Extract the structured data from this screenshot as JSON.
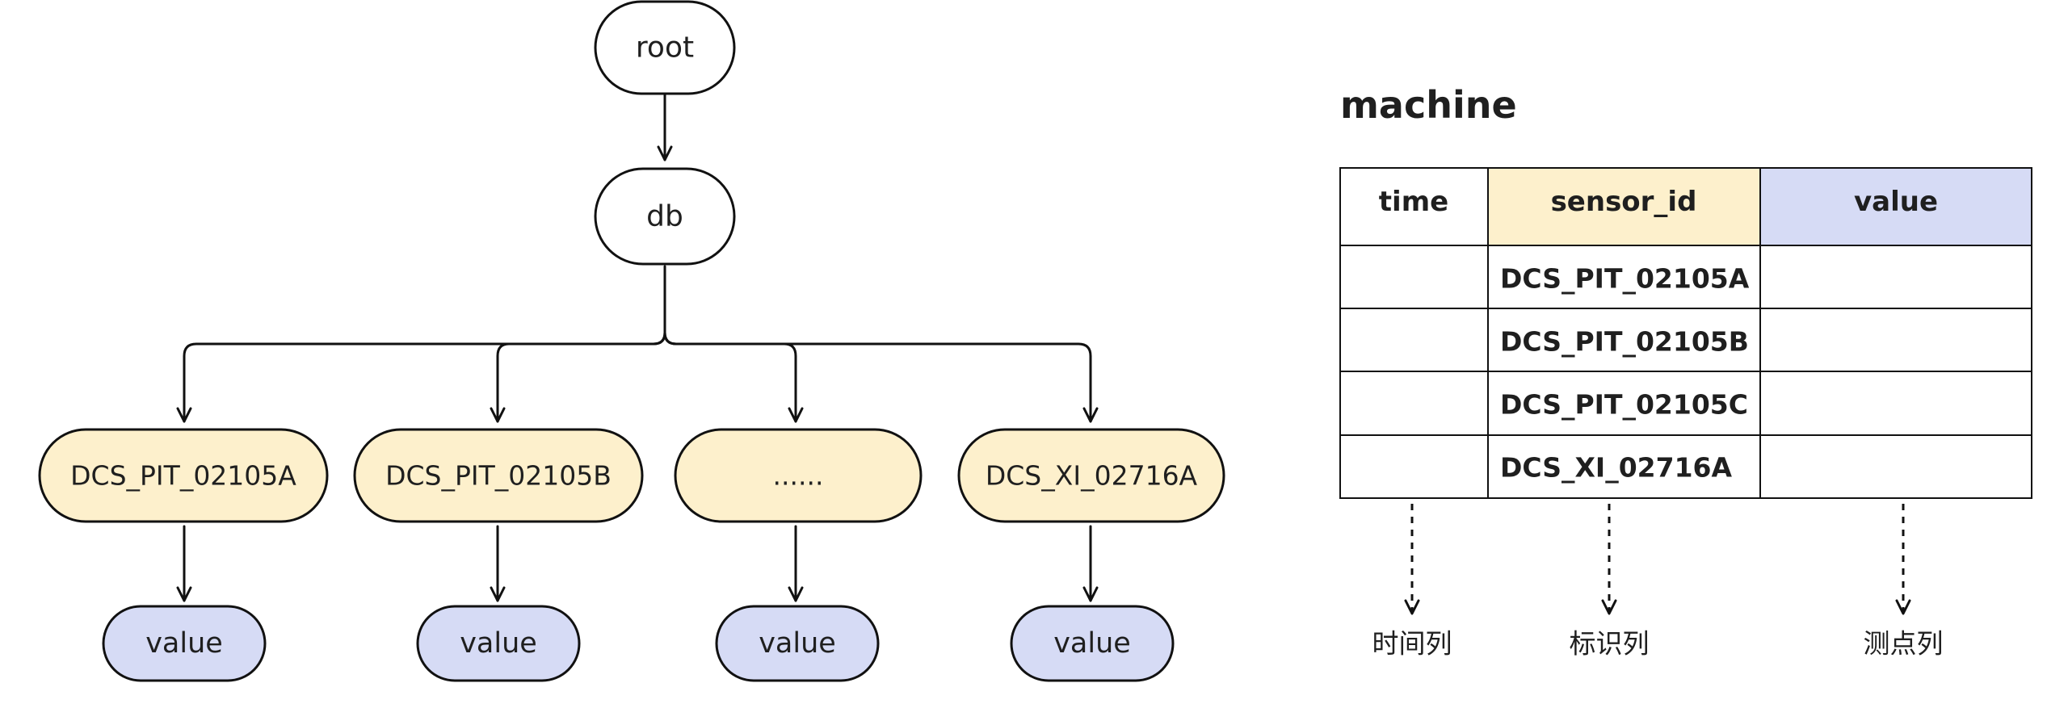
{
  "tree": {
    "root": {
      "label": "root"
    },
    "db": {
      "label": "db"
    },
    "devices": [
      {
        "label": "DCS_PIT_02105A",
        "value_label": "value"
      },
      {
        "label": "DCS_PIT_02105B",
        "value_label": "value"
      },
      {
        "label": "......",
        "value_label": "value"
      },
      {
        "label": "DCS_XI_02716A",
        "value_label": "value"
      }
    ]
  },
  "table": {
    "title": "machine",
    "headers": {
      "time": "time",
      "sensor_id": "sensor_id",
      "value": "value"
    },
    "rows": [
      {
        "time": "",
        "sensor_id": "DCS_PIT_02105A",
        "value": ""
      },
      {
        "time": "",
        "sensor_id": "DCS_PIT_02105B",
        "value": ""
      },
      {
        "time": "",
        "sensor_id": "DCS_PIT_02105C",
        "value": ""
      },
      {
        "time": "",
        "sensor_id": "DCS_XI_02716A",
        "value": ""
      }
    ],
    "column_notes": {
      "time": "时间列",
      "sensor_id": "标识列",
      "value": "测点列"
    }
  },
  "colors": {
    "device_fill": "#fdf0cc",
    "value_fill": "#d6dbf5",
    "value_header_fill": "#d6dbf5",
    "sensor_header_fill": "#fdf0cc",
    "stroke": "#111111"
  }
}
